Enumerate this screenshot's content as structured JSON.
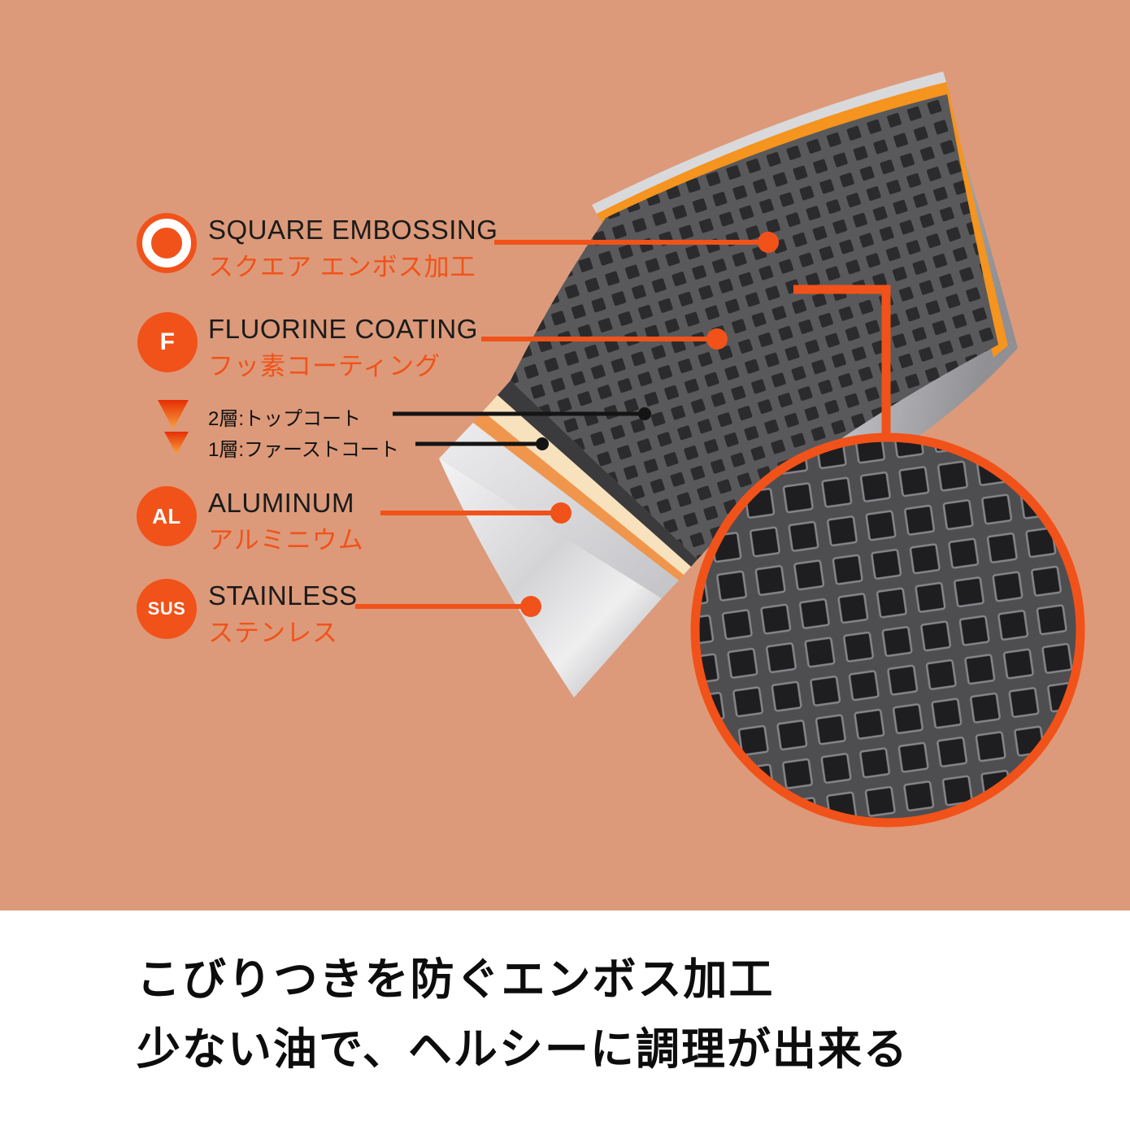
{
  "palette": {
    "background": "#DC9A7A",
    "accent_orange": "#F1521A",
    "stripe_orange": "#F5941E",
    "pan_dark": "#59595B",
    "pan_cream": "#F8E2BE",
    "pan_silver": "#E6E6E8"
  },
  "callouts": {
    "square_embossing": {
      "en": "SQUARE EMBOSSING",
      "ja": "スクエア エンボス加工"
    },
    "fluorine_coating": {
      "en": "FLUORINE COATING",
      "ja": "フッ素コーティング",
      "badge": "F"
    },
    "aluminum": {
      "en": "ALUMINUM",
      "ja": "アルミニウム",
      "badge": "AL"
    },
    "stainless": {
      "en": "STAINLESS",
      "ja": "ステンレス",
      "badge": "SUS"
    }
  },
  "coat_notes": {
    "top_coat": "2層:トップコート",
    "first_coat": "1層:ファーストコート"
  },
  "footer": {
    "line1": "こびりつきを防ぐエンボス加工",
    "line2": "少ない油で、ヘルシーに調理が出来る"
  }
}
